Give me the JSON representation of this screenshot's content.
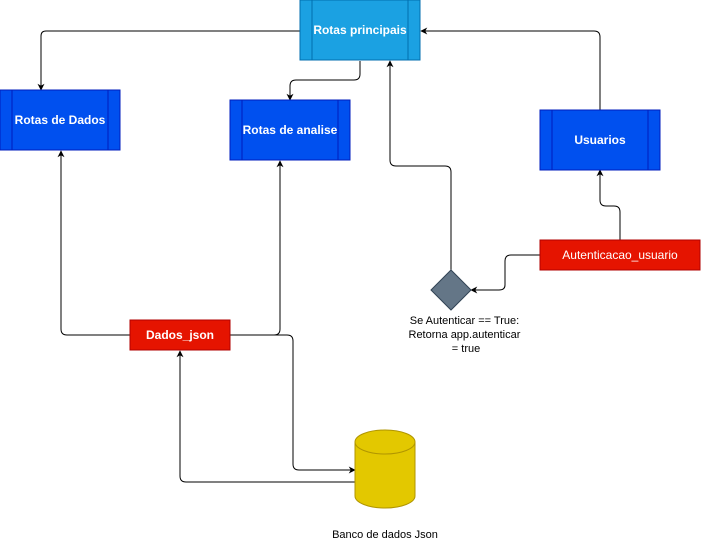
{
  "diagram": {
    "nodes": {
      "rotas_principais": {
        "label": "Rotas principais",
        "fill": "#1ba1e2",
        "stroke": "#006eaf"
      },
      "rotas_dados": {
        "label": "Rotas de Dados",
        "fill": "#0050ef",
        "stroke": "#001dbc"
      },
      "rotas_analise": {
        "label": "Rotas de analise",
        "fill": "#0050ef",
        "stroke": "#001dbc"
      },
      "usuarios": {
        "label": "Usuarios",
        "fill": "#0050ef",
        "stroke": "#001dbc"
      },
      "autenticacao_usuario": {
        "label": "Autenticacao_usuario",
        "fill": "#e51400",
        "stroke": "#b20000"
      },
      "dados_json": {
        "label": "Dados_json",
        "fill": "#e51400",
        "stroke": "#b20000"
      },
      "decision": {
        "fill": "#647687",
        "stroke": "#314354"
      },
      "database": {
        "fill": "#e3c800",
        "stroke": "#b09500"
      }
    },
    "annotations": {
      "condition_lines": [
        "Se Autenticar == True:",
        "Retorna app.autenticar",
        "= true"
      ],
      "database_label": "Banco de dados Json"
    }
  }
}
